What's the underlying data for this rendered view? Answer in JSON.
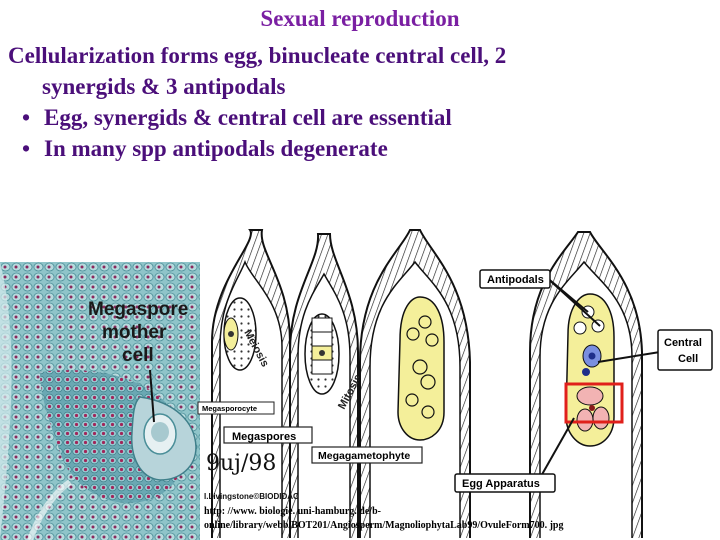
{
  "slide": {
    "title": "Sexual reproduction",
    "line1": "Cellularization forms egg, binucleate central cell,  2",
    "line2": "synergids & 3 antipodals",
    "bullets": [
      {
        "mark": "•",
        "text": "Egg, synergids & central cell are essential"
      },
      {
        "mark": "•",
        "text": "In many spp antipodals degenerate"
      }
    ]
  },
  "micrograph": {
    "label_line1": "Megaspore",
    "label_line2": "mother",
    "label_line3": "cell"
  },
  "diagram": {
    "meiosis": "Meiosis",
    "mitosis": "Mitosis",
    "megasporocyte": "Megasporocyte",
    "megaspores": "Megaspores",
    "megagametophyte": "Megagametophyte",
    "antipodals": "Antipodals",
    "central_line1": "Central",
    "central_line2": "Cell",
    "egg_apparatus": "Egg Apparatus",
    "signature": "9uj/98",
    "credit": "I.Livingstone©BIODIDAC"
  },
  "source_url": {
    "line1": "http: //www. biologie. uni-hamburg. de/b-",
    "line2": "online/library/webb/BOT201/Angiosperm/MagnoliophytaLab99/OvuleForm700. jpg"
  },
  "colors": {
    "title": "#7a1fa2",
    "text": "#4b0f7a",
    "highlight_box": "#e0201b",
    "cytoplasm": "#f4ef9a",
    "tissue_stain": "#5aa5b0"
  }
}
